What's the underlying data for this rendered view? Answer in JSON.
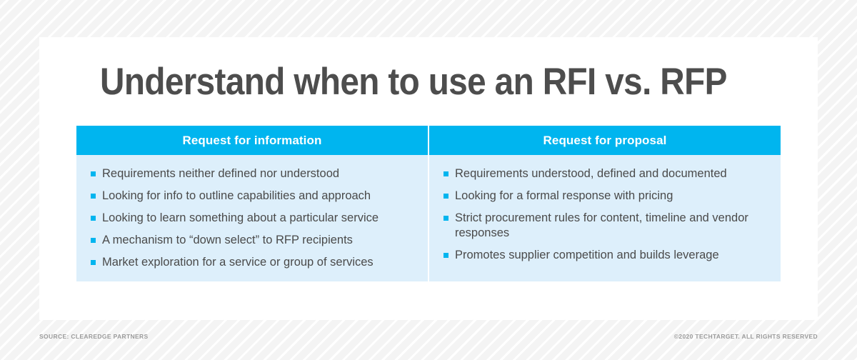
{
  "title": "Understand when to use an RFI vs. RFP",
  "colors": {
    "accent": "#00b5ef",
    "panel_body": "#ddeffb",
    "title_text": "#4d4d4d",
    "body_text": "#4a4a4a",
    "footer_text": "#9b9b9b",
    "card": "#ffffff"
  },
  "panels": [
    {
      "header": "Request for information",
      "items": [
        "Requirements neither defined nor understood",
        "Looking for info to outline capabilities and approach",
        "Looking to learn something about a particular service",
        "A mechanism to “down select” to RFP recipients",
        "Market exploration for a service or group of services"
      ]
    },
    {
      "header": "Request for proposal",
      "items": [
        "Requirements understood, defined and documented",
        "Looking for a formal response with pricing",
        "Strict procurement rules for content, timeline and vendor responses",
        "Promotes supplier competition and builds leverage"
      ]
    }
  ],
  "footer": {
    "source": "SOURCE: CLEAREDGE PARTNERS",
    "copyright": "©2020 TECHTARGET. ALL RIGHTS RESERVED"
  }
}
